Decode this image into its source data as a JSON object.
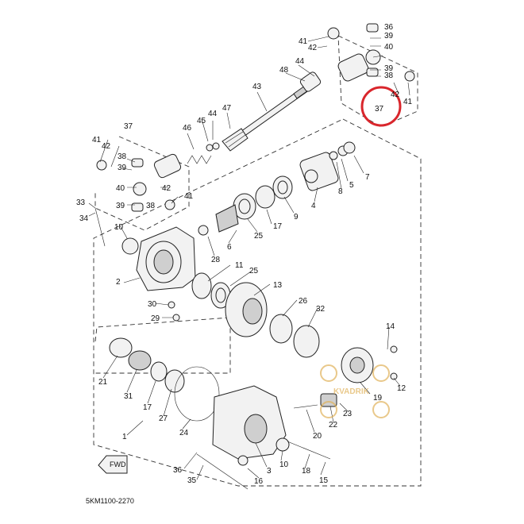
{
  "diagram": {
    "drawing_code": "5KM1100-2270",
    "fwd_label": "FWD",
    "watermark_text": "KVADRIK",
    "highlight_color": "#d9262c",
    "highlight_label": "37",
    "labels": [
      {
        "id": "36a",
        "text": "36"
      },
      {
        "id": "39a",
        "text": "39"
      },
      {
        "id": "40a",
        "text": "40"
      },
      {
        "id": "39b",
        "text": "39"
      },
      {
        "id": "38a",
        "text": "38"
      },
      {
        "id": "41a",
        "text": "41"
      },
      {
        "id": "42a",
        "text": "42"
      },
      {
        "id": "44a",
        "text": "44"
      },
      {
        "id": "48",
        "text": "48"
      },
      {
        "id": "43",
        "text": "43"
      },
      {
        "id": "42b",
        "text": "42"
      },
      {
        "id": "41b",
        "text": "41"
      },
      {
        "id": "37a",
        "text": "37"
      },
      {
        "id": "47",
        "text": "47"
      },
      {
        "id": "45",
        "text": "45"
      },
      {
        "id": "44b",
        "text": "44"
      },
      {
        "id": "46",
        "text": "46"
      },
      {
        "id": "37b",
        "text": "37"
      },
      {
        "id": "41c",
        "text": "41"
      },
      {
        "id": "42c",
        "text": "42"
      },
      {
        "id": "38b",
        "text": "38"
      },
      {
        "id": "39c",
        "text": "39"
      },
      {
        "id": "40b",
        "text": "40"
      },
      {
        "id": "39d",
        "text": "39"
      },
      {
        "id": "38c",
        "text": "38"
      },
      {
        "id": "42d",
        "text": "42"
      },
      {
        "id": "41d",
        "text": "41"
      },
      {
        "id": "33",
        "text": "33"
      },
      {
        "id": "34",
        "text": "34"
      },
      {
        "id": "7",
        "text": "7"
      },
      {
        "id": "5",
        "text": "5"
      },
      {
        "id": "8",
        "text": "8"
      },
      {
        "id": "4",
        "text": "4"
      },
      {
        "id": "9",
        "text": "9"
      },
      {
        "id": "17a",
        "text": "17"
      },
      {
        "id": "25a",
        "text": "25"
      },
      {
        "id": "6",
        "text": "6"
      },
      {
        "id": "10a",
        "text": "10"
      },
      {
        "id": "28",
        "text": "28"
      },
      {
        "id": "11",
        "text": "11"
      },
      {
        "id": "25b",
        "text": "25"
      },
      {
        "id": "2",
        "text": "2"
      },
      {
        "id": "13",
        "text": "13"
      },
      {
        "id": "26",
        "text": "26"
      },
      {
        "id": "32",
        "text": "32"
      },
      {
        "id": "30",
        "text": "30"
      },
      {
        "id": "29",
        "text": "29"
      },
      {
        "id": "14",
        "text": "14"
      },
      {
        "id": "21",
        "text": "21"
      },
      {
        "id": "31",
        "text": "31"
      },
      {
        "id": "17b",
        "text": "17"
      },
      {
        "id": "27",
        "text": "27"
      },
      {
        "id": "24",
        "text": "24"
      },
      {
        "id": "19",
        "text": "19"
      },
      {
        "id": "12",
        "text": "12"
      },
      {
        "id": "23",
        "text": "23"
      },
      {
        "id": "22",
        "text": "22"
      },
      {
        "id": "20",
        "text": "20"
      },
      {
        "id": "1",
        "text": "1"
      },
      {
        "id": "36b",
        "text": "36"
      },
      {
        "id": "3",
        "text": "3"
      },
      {
        "id": "10b",
        "text": "10"
      },
      {
        "id": "18",
        "text": "18"
      },
      {
        "id": "15",
        "text": "15"
      },
      {
        "id": "35",
        "text": "35"
      },
      {
        "id": "16",
        "text": "16"
      }
    ]
  }
}
